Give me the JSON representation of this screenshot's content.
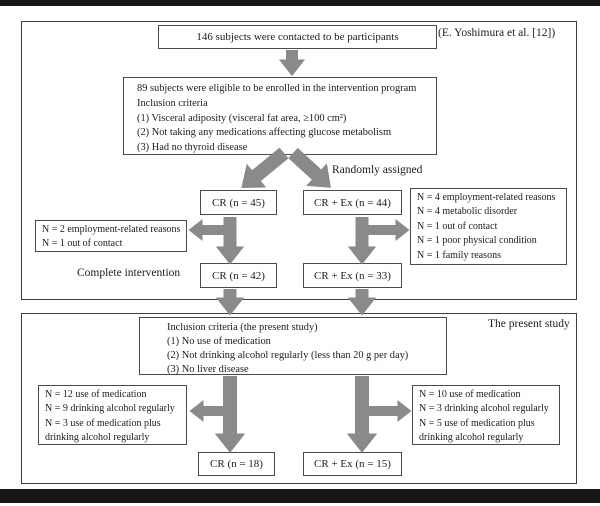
{
  "figure": {
    "source_label": "(E. Yoshimura et al. [12])",
    "present_study_label": "The present study",
    "colors": {
      "arrow_gray": "#8a8a8a",
      "box_border": "#4a4a4a",
      "frame_border": "#3e3e3e",
      "edge_bar": "#161616"
    }
  },
  "yoshimura": {
    "contacted_box": "146 subjects were contacted to be participants",
    "eligible_box": {
      "lines": [
        "89 subjects were eligible to be enrolled in the intervention program",
        "Inclusion criteria",
        "(1) Visceral adiposity (visceral fat area, ≥100 cm²)",
        "(2) Not taking any medications affecting glucose metabolism",
        "(3) Had no thyroid disease"
      ]
    },
    "randomly_assigned_label": "Randomly assigned",
    "cr_box": "CR (n = 45)",
    "crex_box": "CR + Ex (n = 44)",
    "cr_dropout_box": {
      "lines": [
        "N = 2 employment-related reasons",
        "N = 1 out of contact"
      ]
    },
    "crex_dropout_box": {
      "lines": [
        "N = 4 employment-related reasons",
        "N = 4 metabolic disorder",
        "N = 1 out of contact",
        "N = 1 poor physical condition",
        "N = 1 family reasons"
      ]
    },
    "complete_intervention_label": "Complete intervention",
    "cr_complete_box": "CR (n = 42)",
    "crex_complete_box": "CR + Ex (n = 33)"
  },
  "present": {
    "inclusion_box": {
      "lines": [
        "Inclusion criteria (the present study)",
        "(1) No use of medication",
        "(2) Not drinking alcohol regularly (less than 20 g per day)",
        "(3) No liver disease"
      ]
    },
    "cr_excluded_box": {
      "lines": [
        "N = 12 use of medication",
        "N = 9 drinking alcohol regularly",
        "N = 3 use of medication plus",
        "drinking alcohol regularly"
      ]
    },
    "crex_excluded_box": {
      "lines": [
        "N = 10 use of medication",
        "N = 3 drinking alcohol regularly",
        "N = 5 use of medication plus",
        "drinking alcohol regularly"
      ]
    },
    "cr_final_box": "CR (n = 18)",
    "crex_final_box": "CR + Ex (n = 15)"
  }
}
